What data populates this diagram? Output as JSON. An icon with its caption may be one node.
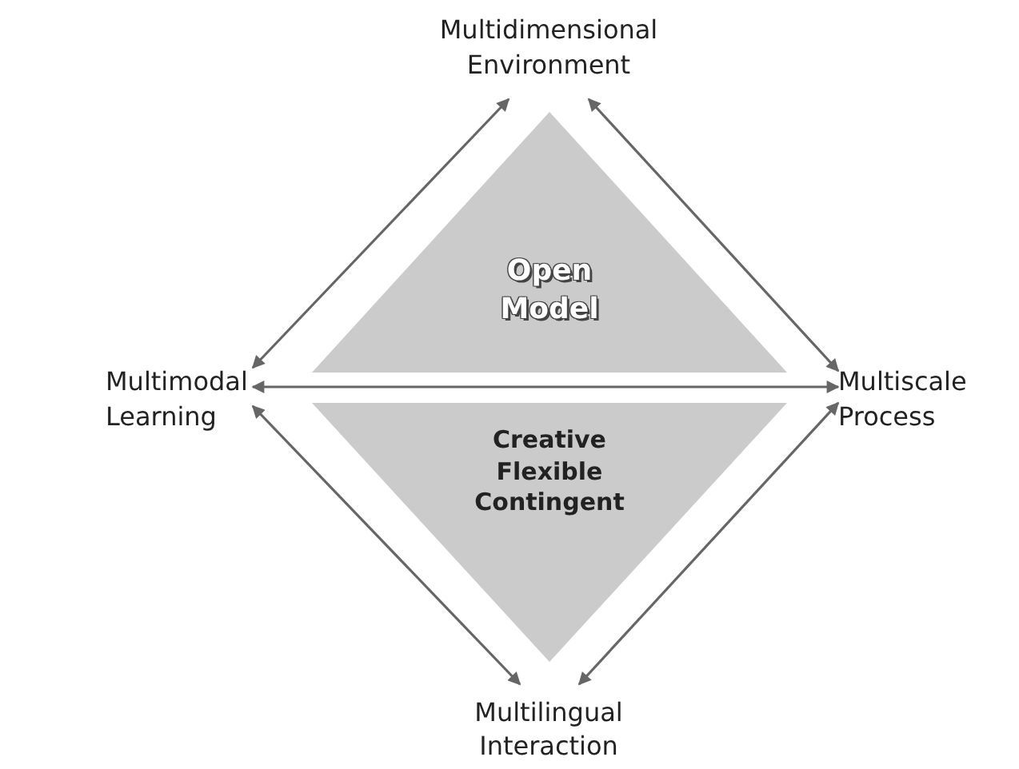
{
  "diagram": {
    "nodes": [
      {
        "text": [
          "Multidimensional Environment"
        ]
      },
      {
        "text": [
          "Open Model"
        ]
      },
      {
        "text": [
          "Multimodal Learning"
        ]
      },
      {
        "text": [
          "Multiscale Process"
        ]
      },
      {
        "text": [
          "Creative Flexible Contingent"
        ]
      },
      {
        "text": [
          "Multilingual Interaction"
        ]
      }
    ],
    "edges": [
      {
        "from": 0,
        "to": 2,
        "arrow": "both"
      },
      {
        "from": 0,
        "to": 3,
        "arrow": "both"
      },
      {
        "from": 2,
        "to": 3,
        "arrow": "both"
      },
      {
        "from": 2,
        "to": 5,
        "arrow": "both"
      },
      {
        "from": 3,
        "to": 5,
        "arrow": "both"
      }
    ]
  }
}
